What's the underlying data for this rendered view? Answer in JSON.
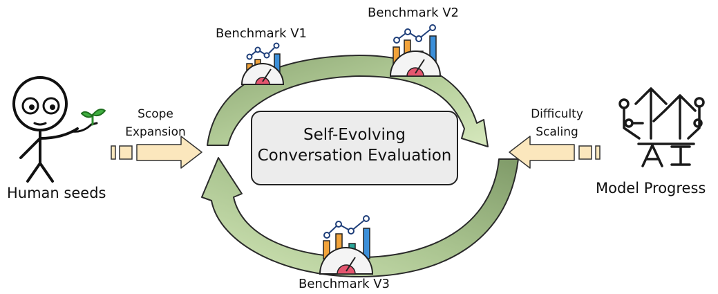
{
  "center": {
    "line1": "Self-Evolving",
    "line2": "Conversation  Evaluation"
  },
  "benchmarks": {
    "v1": "Benchmark V1",
    "v2": "Benchmark V2",
    "v3": "Benchmark V3"
  },
  "left": {
    "line1": "Scope",
    "line2": "Expansion",
    "caption": "Human seeds"
  },
  "right": {
    "line1": "Difficulty",
    "line2": "Scaling",
    "caption": "Model Progress",
    "icon_text": "AI"
  },
  "colors": {
    "cycle_dark": "#8fa979",
    "cycle_light": "#cfe2b4",
    "side_arrow": "#fbe7bd",
    "gauge_red": "#e5566f",
    "bar_orange": "#f2a33a",
    "bar_teal": "#2aa79b",
    "bar_blue": "#3b8fd9",
    "bar_navy": "#1f3f7a"
  }
}
